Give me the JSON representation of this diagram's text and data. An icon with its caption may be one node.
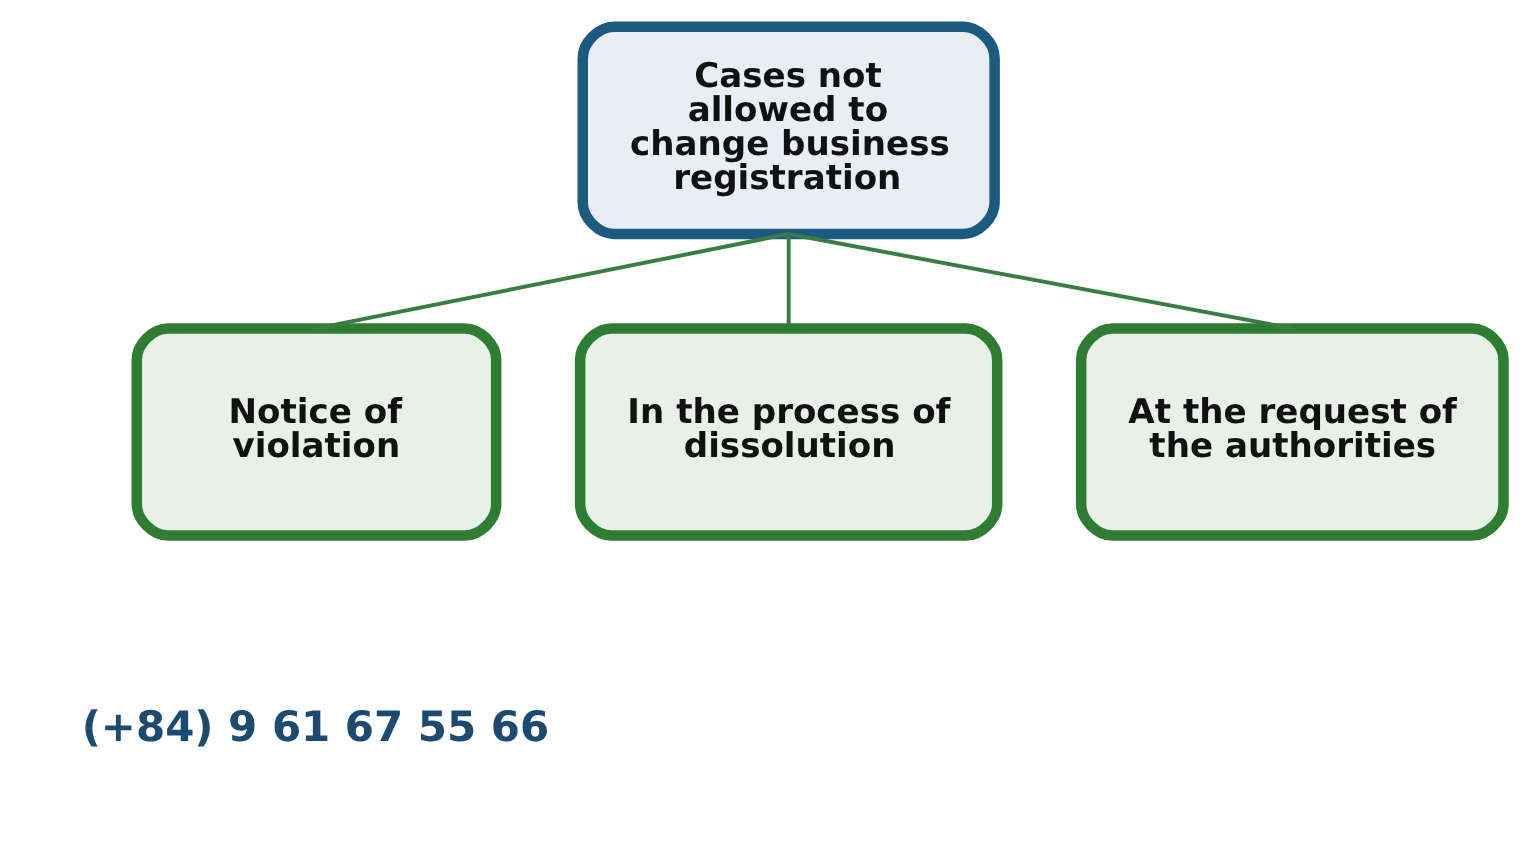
{
  "diagram": {
    "nodes": [
      {
        "text": [
          "Cases not allowed to change business registration"
        ]
      },
      {
        "text": [
          "Notice of violation"
        ]
      },
      {
        "text": [
          "In the process of dissolution"
        ]
      },
      {
        "text": [
          "At the request of the authorities"
        ]
      }
    ],
    "edges": [
      {
        "from": 0,
        "to": 1,
        "arrow": "none"
      },
      {
        "from": 0,
        "to": 2,
        "arrow": "none"
      },
      {
        "from": 0,
        "to": 3,
        "arrow": "none"
      }
    ],
    "labels": [
      "(+84) 9 61 67 55 66"
    ]
  }
}
